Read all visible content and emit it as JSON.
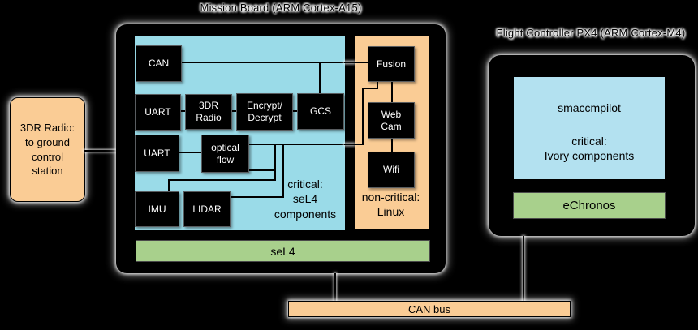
{
  "titles": {
    "mission_board": "Mission Board (ARM Cortex-A15)",
    "flight_controller": "Flight Controller PX4 (ARM Cortex-M4)"
  },
  "radio_box": {
    "label": "3DR Radio:\nto ground\ncontrol\nstation"
  },
  "mission_board": {
    "boxes": {
      "can": "CAN",
      "uart_top": "UART",
      "radio_3dr": "3DR\nRadio",
      "encrypt_decrypt": "Encrypt/\nDecrypt",
      "gcs": "GCS",
      "uart_bottom": "UART",
      "optical_flow": "optical\nflow",
      "imu": "IMU",
      "lidar": "LIDAR",
      "fusion": "Fusion",
      "web_cam": "Web\nCam",
      "wifi": "Wifi"
    },
    "critical_label": "critical:\nseL4\ncomponents",
    "non_critical_label": "non-critical:\nLinux",
    "kernel": "seL4"
  },
  "flight_controller": {
    "app": "smaccmpilot",
    "critical_label": "critical:\nIvory components",
    "kernel": "eChronos"
  },
  "can_bus": {
    "label": "CAN bus"
  },
  "colors": {
    "background": "#000000",
    "critical_region": "#9ADBE8",
    "non_critical_region": "#FACC95",
    "kernel_bar": "#A8D08C",
    "smaccm_box": "#B3E1F0",
    "component_box": "#000000",
    "component_text": "#FFFFFF"
  }
}
